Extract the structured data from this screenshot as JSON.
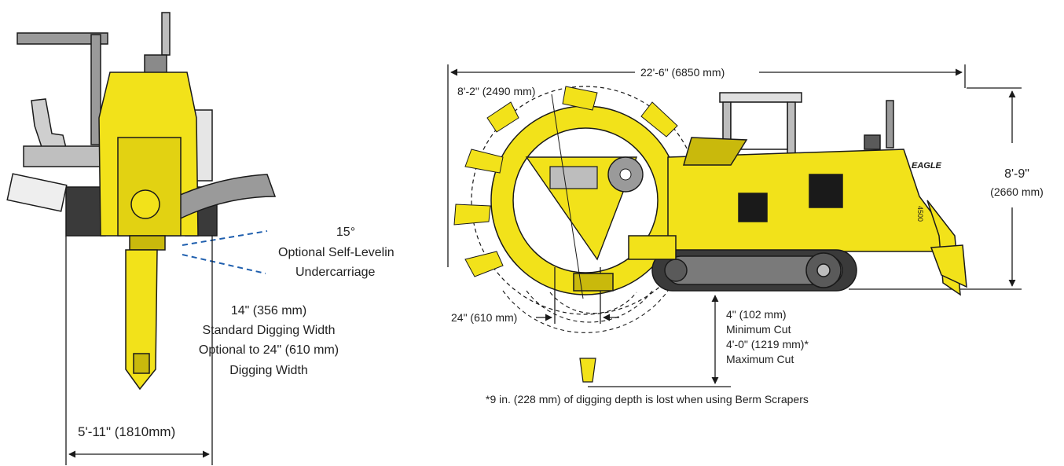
{
  "colors": {
    "machine_yellow": "#F2E21A",
    "machine_dark_yellow": "#C9B90C",
    "outline": "#1a1a1a",
    "gray_part": "#9a9a9a",
    "light_gray": "#d9d9d9",
    "dashed_blue": "#1f5fae"
  },
  "front_view": {
    "tilt_angle": "15°",
    "tilt_label_line1": "Optional Self-Levelin",
    "tilt_label_line2": "Undercarriage",
    "digging_width_line1": "14\" (356 mm)",
    "digging_width_line2": "Standard Digging Width",
    "digging_width_line3": "Optional to 24\" (610 mm)",
    "digging_width_line4": "Digging Width",
    "track_width": "5'-11\" (1810mm)"
  },
  "side_view": {
    "overall_length": "22'-6\" (6850 mm)",
    "wheel_diameter": "8'-2\" (2490 mm)",
    "height_line1": "8'-9\"",
    "height_line2": "(2660 mm)",
    "bucket_width": "24\" (610 mm)",
    "cut_line1": "4\" (102 mm)",
    "cut_line2": "Minimum Cut",
    "cut_line3": "4'-0\" (1219 mm)*",
    "cut_line4": "Maximum Cut",
    "brand": "EAGLE",
    "model": "4500"
  },
  "footnote": "*9 in. (228 mm) of digging depth is lost when using Berm Scrapers"
}
